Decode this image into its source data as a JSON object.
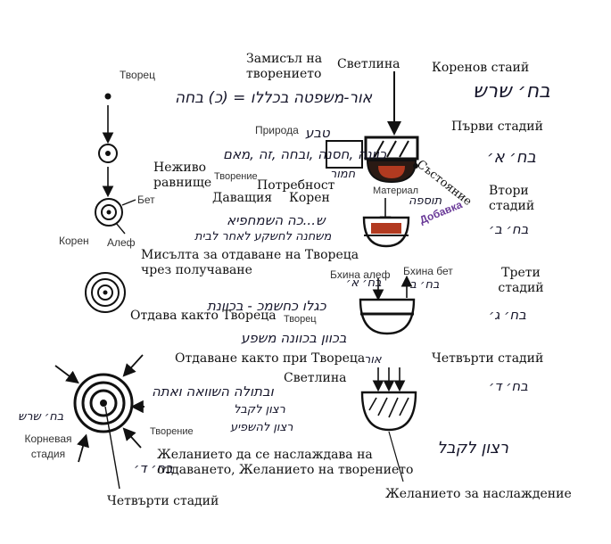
{
  "labels": {
    "creator": "Творец",
    "creation_plan": "Замисъл на творението",
    "light_top": "Светлина",
    "root_stage": "Коренов стаий",
    "first_stage": "Първи стадий",
    "nature": "Природа",
    "state": "Състояние",
    "inanimate": "Неживо равнище",
    "creation_small": "Творение",
    "giver": "Даващия",
    "need": "Потребност",
    "root": "Корен",
    "material": "Материал",
    "second_stage": "Втори стадий",
    "addition": "Добавка",
    "bet": "Бет",
    "root_left": "Корен",
    "alef": "Алеф",
    "thought_receiving": "Мисълта за отдаване на Твореца чрез получаване",
    "aspect_alef": "Бхина алеф",
    "aspect_bet": "Бхина бет",
    "third_stage": "Трети стадий",
    "gives_like_creator": "Отдава както Твореца",
    "creator_small": "Творец",
    "giving_like_creator": "Отдаване както при Твореца",
    "fourth_stage_right": "Четвърти стадий",
    "light_bottom": "Светлина",
    "root_stage_bottom": "Корневая стадия",
    "creation_bottom": "Творение",
    "desire_enjoy_giving": "Желанието да се наслаждава на отдаването, Желанието на творението",
    "desire_pleasure": "Желанието за наслаждение",
    "fourth_stage_bottom": "Четвърти стадий"
  },
  "handwriting": {
    "row1_main": "אור-משפטה בכללו = (כ) בחה",
    "root_heb": "בח׳ שרש",
    "first_heb": "בח׳ א׳",
    "row2_left": "טבע",
    "row2_main": "כוונה ,חסנה ,ובחה ,זה ,מאם",
    "row2_under": "חמור",
    "row3_a": "ש...כה השמחפיא",
    "row3_b": "משחנה לחשקע לאחר לבית",
    "second_heb": "בח׳ ב׳",
    "addition_heb": "תוספה",
    "third_a": "בח׳ א׳",
    "third_b": "בח׳ ב׳",
    "row4_main": "כגלו כחשמכ - בכוונת",
    "third_heb": "בח׳ ג׳",
    "row5_main": "בכוון בכוונה משפע",
    "fourth_heb": "בח׳ ד׳",
    "row6_a": "ובתולה השוואה ואתה",
    "row6_b": "רצון לקבל",
    "row6_c": "רצון להשפיע",
    "row6_label": "בח׳ שרש",
    "row6_d": "בח׳ ד׳",
    "row6_e": "רצון לקבל",
    "light_heb": "אור"
  }
}
